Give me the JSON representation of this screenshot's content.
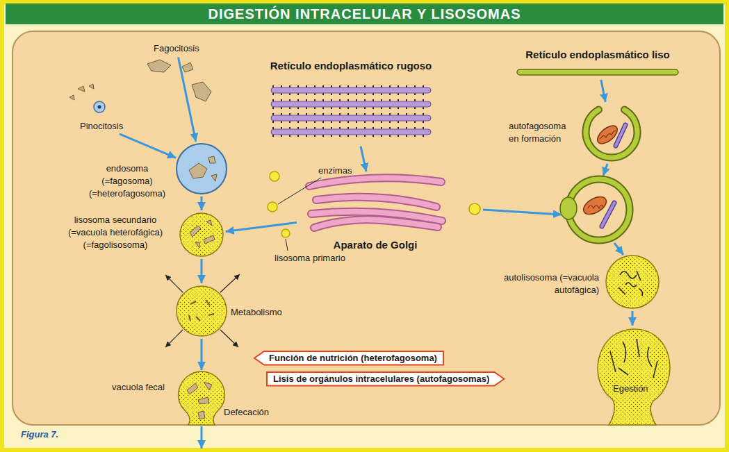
{
  "diagram": {
    "title": "DIGESTIÓN INTRACELULAR Y LISOSOMAS",
    "nodes": [
      {
        "text": [
          "Fagocitosis"
        ]
      },
      {
        "text": [
          "Pinocitosis"
        ]
      },
      {
        "text": [
          "endosoma (=fagosoma) (=heterofagosoma)"
        ]
      },
      {
        "text": [
          "Retículo endoplasmático rugoso"
        ]
      },
      {
        "text": [
          "Aparato de Golgi"
        ]
      },
      {
        "text": [
          "lisosoma secundario (=vacuola heterofágica) (=fagolisosoma)"
        ]
      },
      {
        "text": [
          "Metabolismo"
        ]
      },
      {
        "text": [
          "vacuola fecal"
        ]
      },
      {
        "text": [
          "Retículo endoplasmático liso"
        ]
      },
      {
        "text": [
          "autofagosoma en formación"
        ]
      },
      {
        "text": [
          "autolisosoma (=vacuola autofágica)"
        ]
      },
      {
        "text": [
          "Egestión"
        ]
      },
      {
        "text": [
          "Función de nutrición (heterofagosoma)"
        ]
      },
      {
        "text": [
          "Lisis de orgánulos intracelulares (autofagosomas)"
        ]
      }
    ],
    "edges": [
      {
        "from": 0,
        "to": 2,
        "arrow": "to"
      },
      {
        "from": 1,
        "to": 2,
        "arrow": "to"
      },
      {
        "from": 2,
        "to": 5,
        "arrow": "to"
      },
      {
        "from": 3,
        "to": 4,
        "arrow": "to"
      },
      {
        "from": 4,
        "to": 5,
        "arrow": "to"
      },
      {
        "from": 5,
        "to": 6,
        "arrow": "to"
      },
      {
        "from": 6,
        "to": 7,
        "arrow": "to"
      },
      {
        "from": 8,
        "to": 9,
        "arrow": "to"
      },
      {
        "from": 10,
        "to": 11,
        "arrow": "to"
      }
    ],
    "labels": [
      "enzimas",
      "lisosoma primario",
      "Defecación",
      "Figura 7."
    ]
  }
}
